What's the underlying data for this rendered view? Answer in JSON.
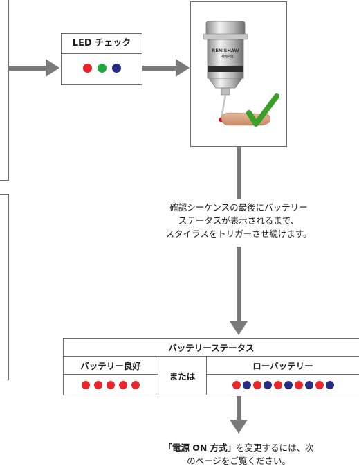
{
  "led_check": {
    "title": "LED チェック",
    "dot_colors": [
      "#e8252b",
      "#1fa83c",
      "#272b86"
    ]
  },
  "probe": {
    "brand_label": "RENISHAW",
    "model_label": "RMP40",
    "status": "check-mark"
  },
  "instruction": {
    "lines": [
      "確認シーケンスの最後にバッテリー",
      "ステータスが表示されるまで、",
      "スタイラスをトリガーさせ続けます。"
    ]
  },
  "battery_status": {
    "title": "バッテリーステータス",
    "good": {
      "label": "バッテリー良好",
      "dot_colors": [
        "#e8252b",
        "#e8252b",
        "#e8252b",
        "#e8252b",
        "#e8252b"
      ]
    },
    "or_label": "または",
    "low": {
      "label": "ローバッテリー",
      "dot_colors": [
        "#e8252b",
        "#272b86",
        "#e8252b",
        "#272b86",
        "#e8252b",
        "#272b86",
        "#e8252b",
        "#272b86",
        "#e8252b",
        "#272b86"
      ]
    }
  },
  "footer": {
    "bold_text": "「電源 ON 方式」",
    "line1_rest": "を変更するには、次",
    "line2": "のページをご覧ください。"
  },
  "colors": {
    "connector": "#7a7a7a",
    "border": "#6b6b6b",
    "check": "#3aa02a"
  }
}
